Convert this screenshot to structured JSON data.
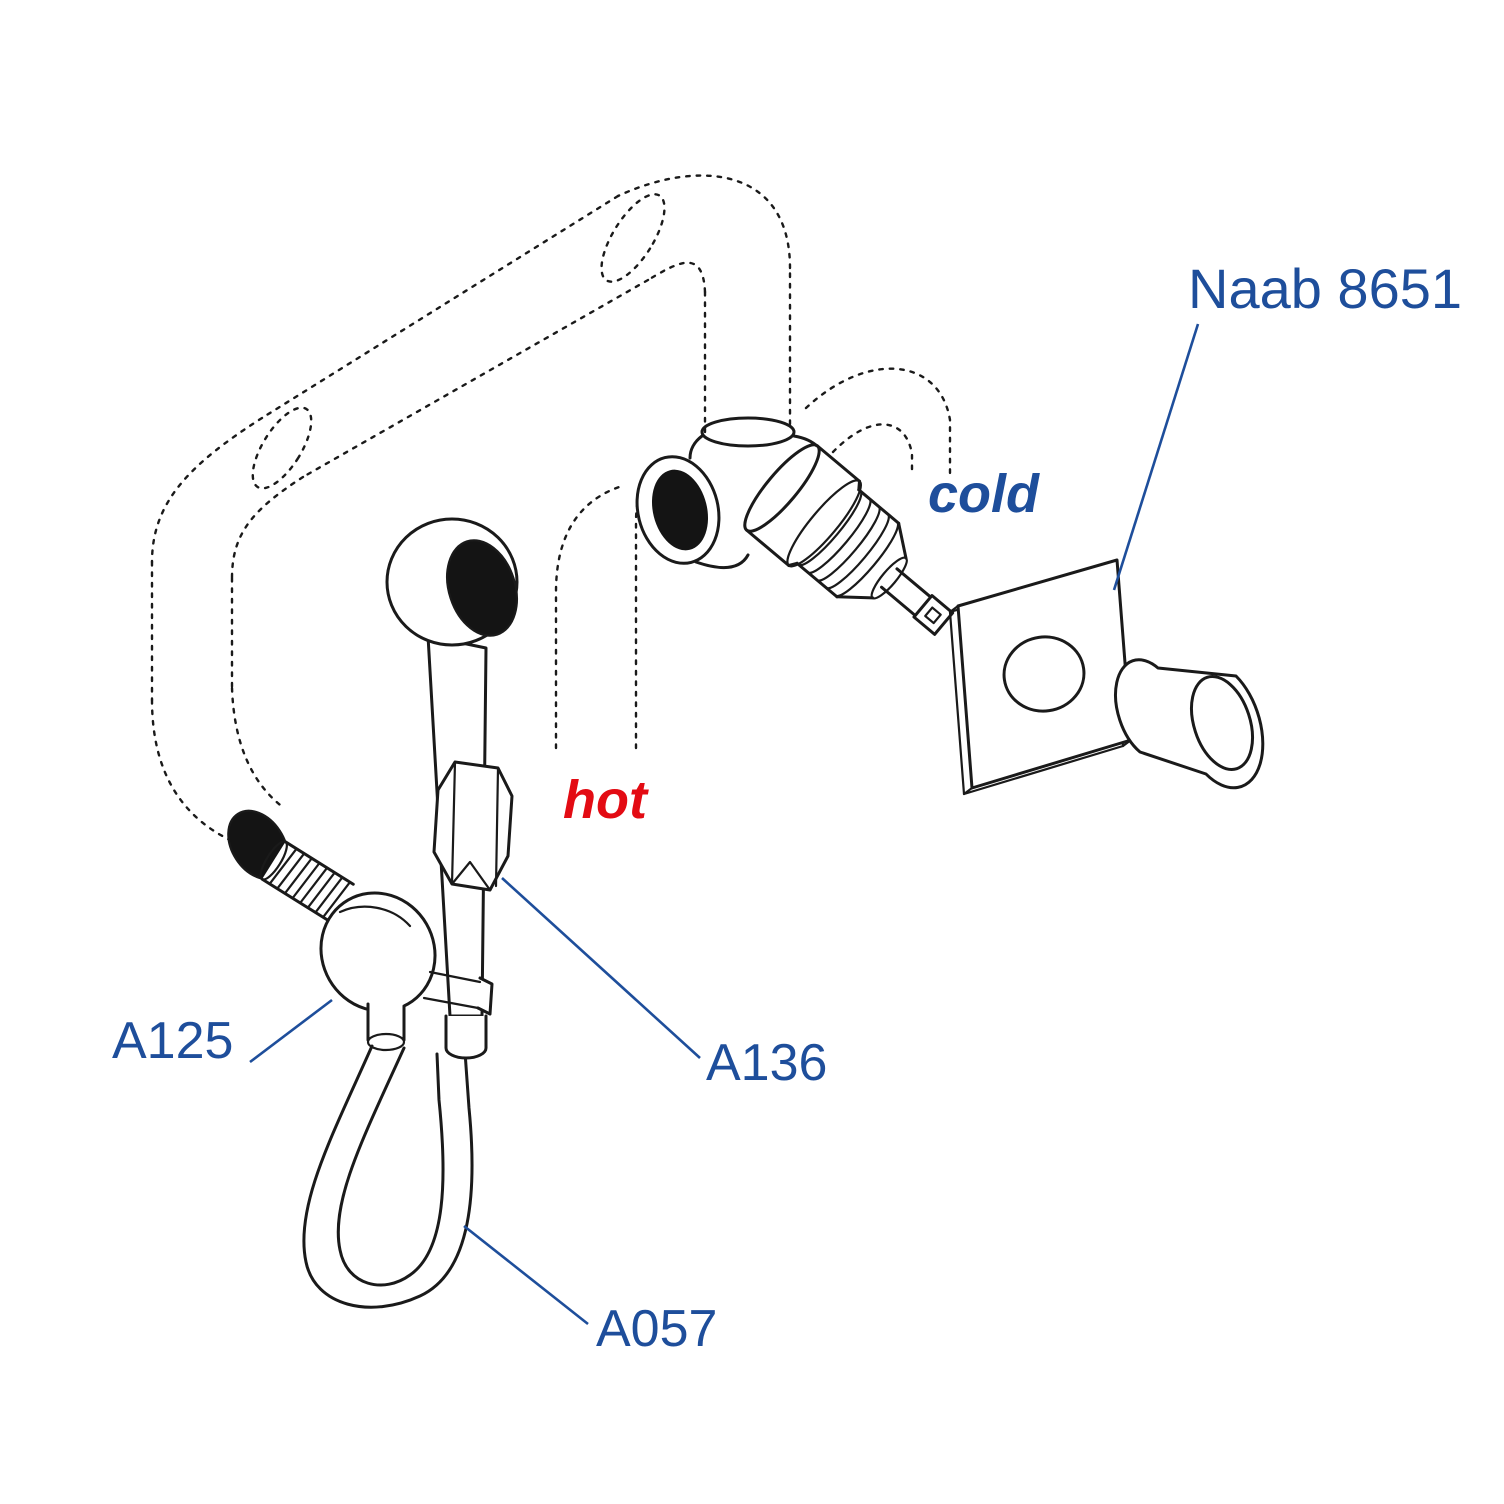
{
  "diagram": {
    "type": "exploded-installation-diagram",
    "labels": {
      "model": "Naab 8651",
      "cold": "cold",
      "hot": "hot",
      "part_wall_bracket": "A125",
      "part_holder": "A136",
      "part_hose": "A057"
    },
    "colors": {
      "label_blue": "#1e4e9b",
      "hot_red": "#e30b13",
      "line_black": "#1a1a1a",
      "background": "#ffffff"
    }
  }
}
